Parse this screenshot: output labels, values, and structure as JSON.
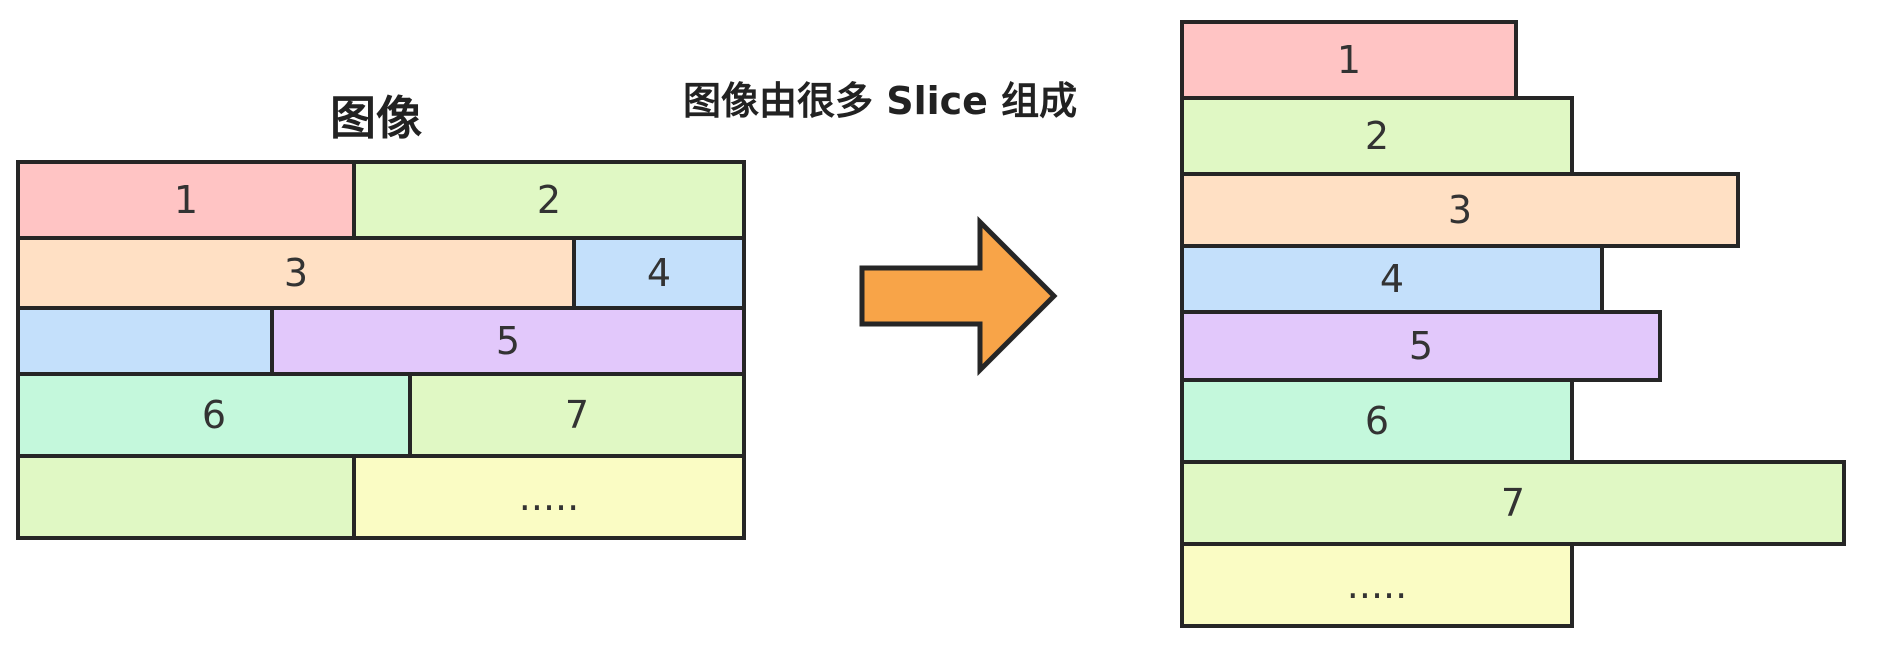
{
  "titles": {
    "left": "图像",
    "right": "图像由很多 Slice 组成"
  },
  "colors": {
    "pink": "#ffc4c4",
    "light_green": "#e0f8c4",
    "peach": "#ffe0c4",
    "blue": "#c4e0fb",
    "purple": "#e2c8fb",
    "mint": "#c4f8dc",
    "yellow": "#fafcc4",
    "arrow_fill": "#f8a448",
    "border": "#262626"
  },
  "grid_cells": [
    {
      "label": "1"
    },
    {
      "label": "2"
    },
    {
      "label": "3"
    },
    {
      "label": "4"
    },
    {
      "label": ""
    },
    {
      "label": "5"
    },
    {
      "label": "6"
    },
    {
      "label": "7"
    },
    {
      "label": ""
    },
    {
      "label": "....."
    }
  ],
  "slices": [
    {
      "label": "1"
    },
    {
      "label": "2"
    },
    {
      "label": "3"
    },
    {
      "label": "4"
    },
    {
      "label": "5"
    },
    {
      "label": "6"
    },
    {
      "label": "7"
    },
    {
      "label": "....."
    }
  ]
}
